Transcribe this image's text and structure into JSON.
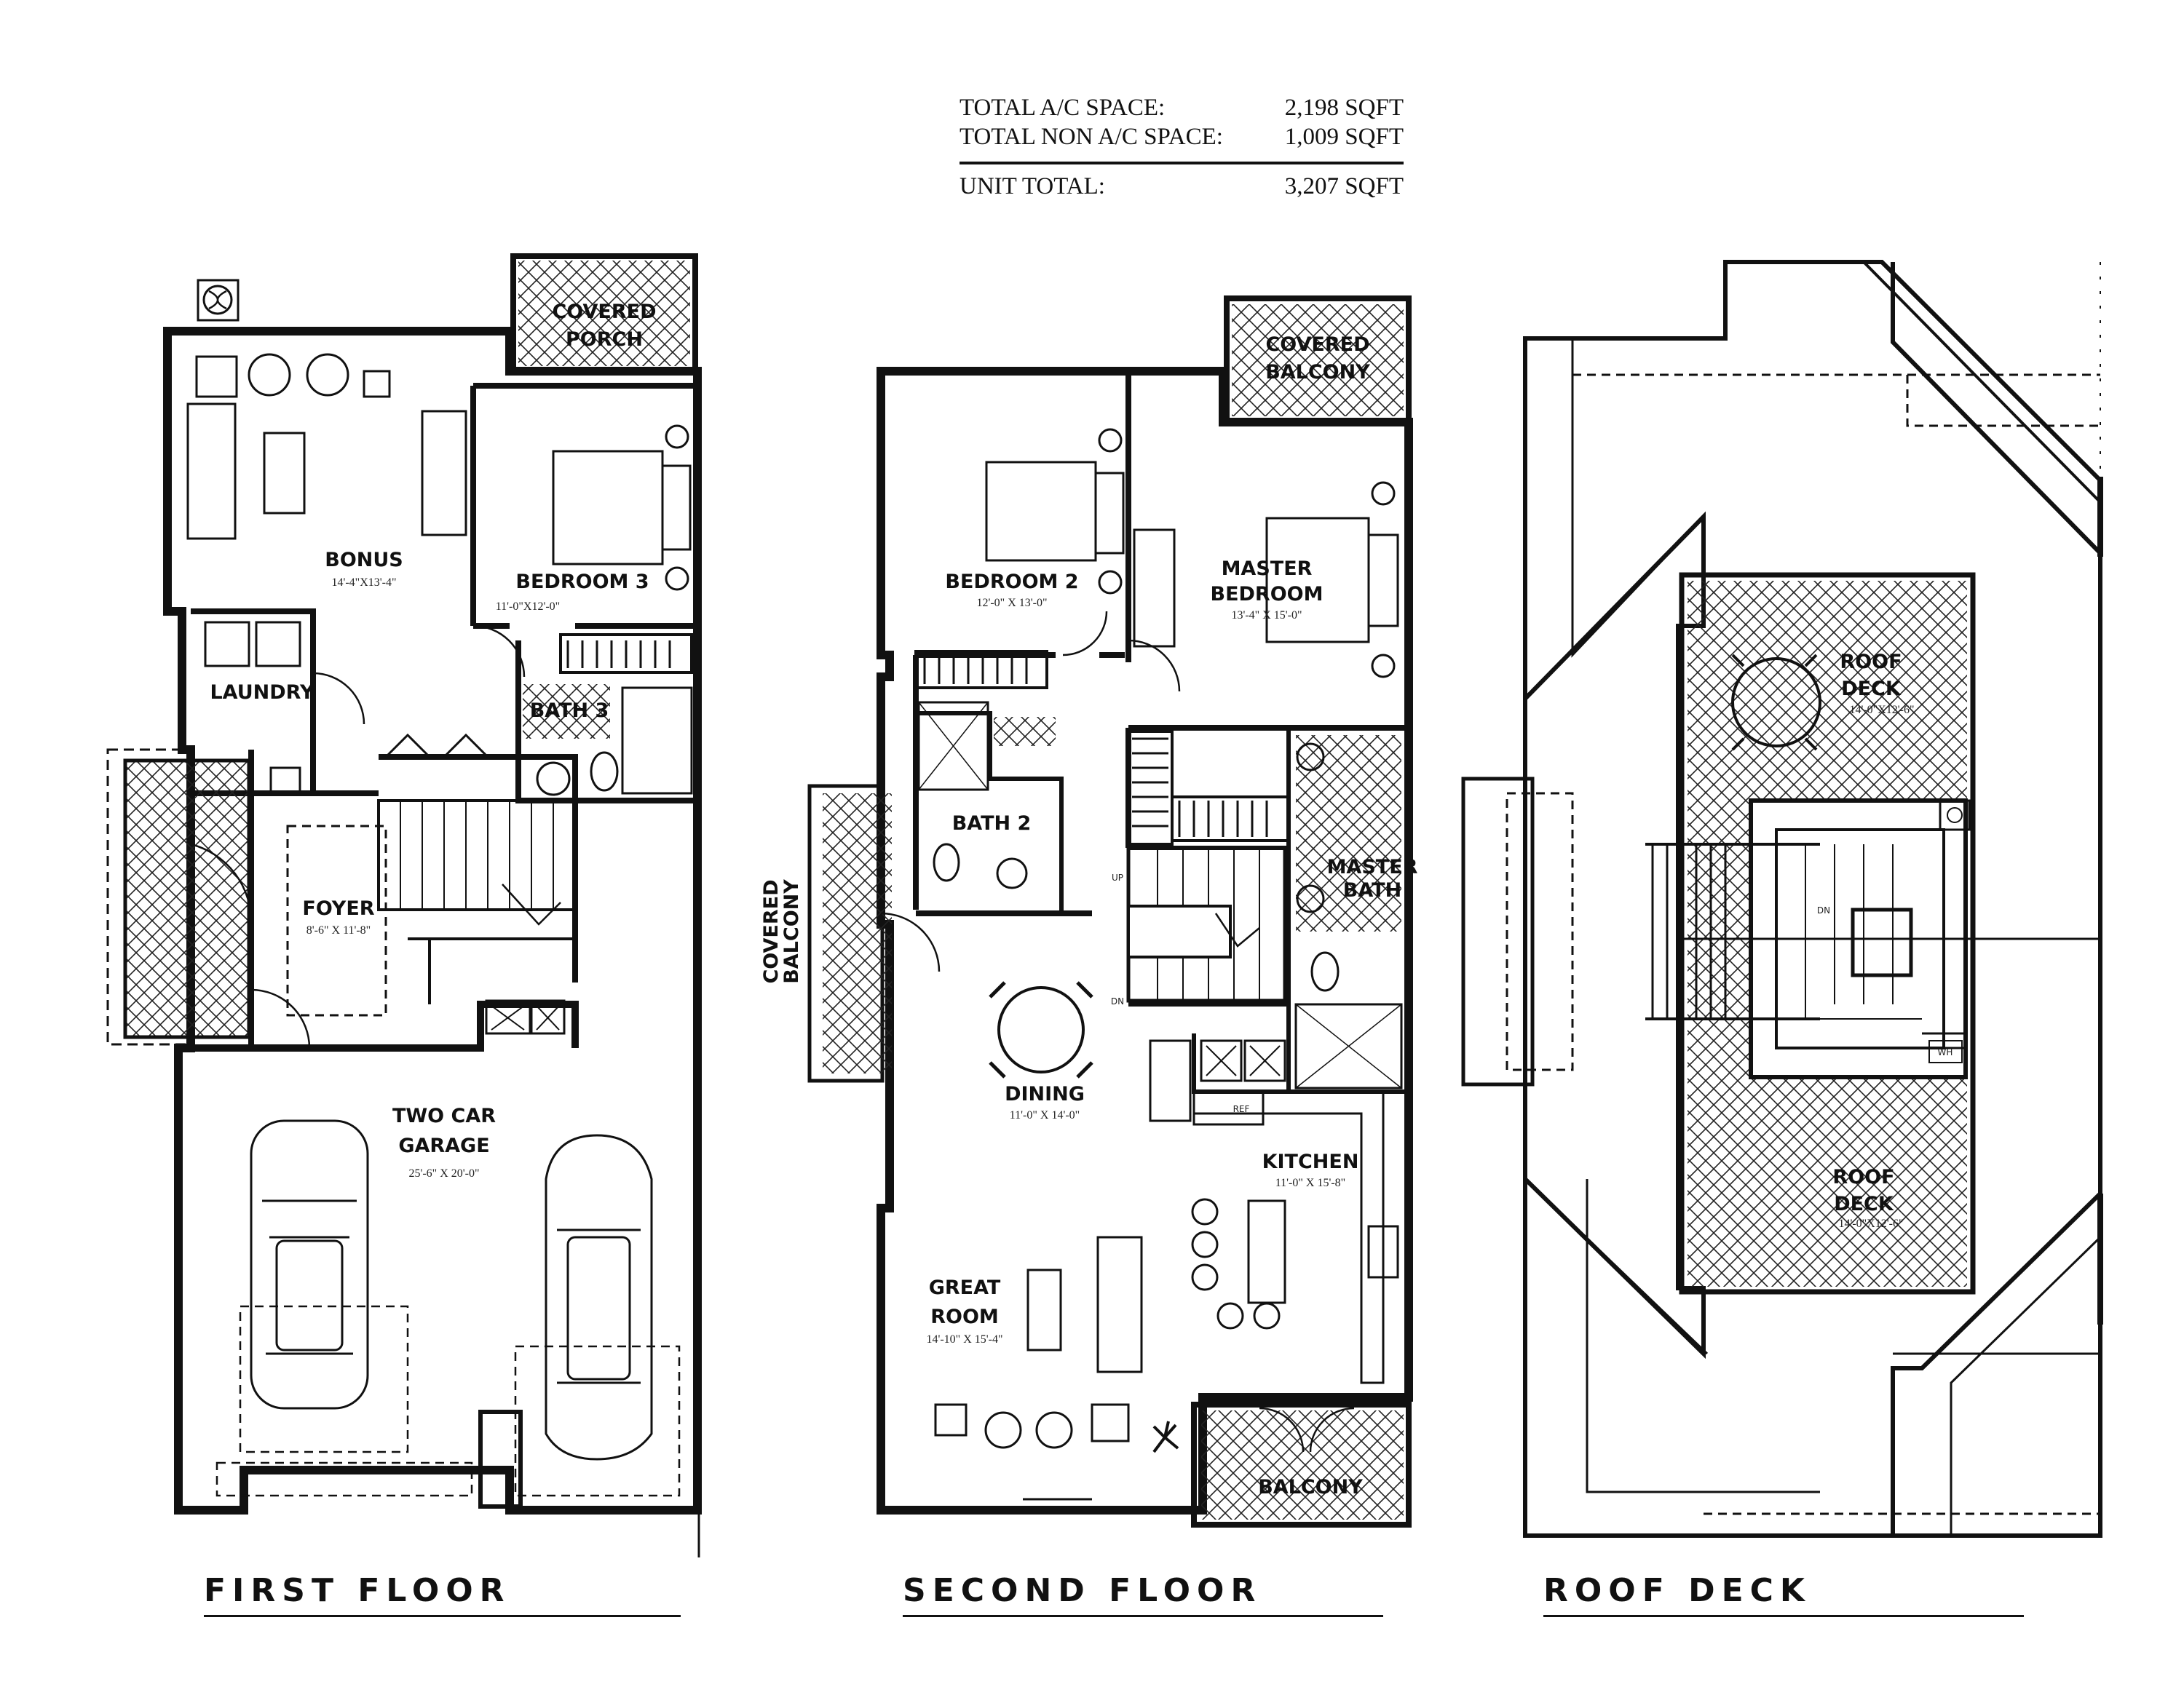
{
  "summary": {
    "ac_label": "TOTAL A/C SPACE:",
    "ac_value": "2,198 SQFT",
    "nonac_label": "TOTAL NON A/C SPACE:",
    "nonac_value": "1,009 SQFT",
    "total_label": "UNIT TOTAL:",
    "total_value": "3,207 SQFT"
  },
  "floors": {
    "first": "FIRST FLOOR",
    "second": "SECOND FLOOR",
    "roof": "ROOF DECK"
  },
  "first_floor": {
    "covered_porch_1": "COVERED",
    "covered_porch_2": "PORCH",
    "bonus": "BONUS",
    "bonus_dim": "14'-4\"X13'-4\"",
    "bedroom3": "BEDROOM 3",
    "bedroom3_dim": "11'-0\"X12'-0\"",
    "laundry": "LAUNDRY",
    "bath3": "BATH 3",
    "foyer": "FOYER",
    "foyer_dim": "8'-6\" X 11'-8\"",
    "garage_1": "TWO CAR",
    "garage_2": "GARAGE",
    "garage_dim": "25'-6\" X 20'-0\""
  },
  "second_floor": {
    "covered_balcony_1": "COVERED",
    "covered_balcony_2": "BALCONY",
    "bedroom2": "BEDROOM 2",
    "bedroom2_dim": "12'-0\" X 13'-0\"",
    "master_1": "MASTER",
    "master_2": "BEDROOM",
    "master_dim": "13'-4\" X 15'-0\"",
    "bath2": "BATH 2",
    "master_bath_1": "MASTER",
    "master_bath_2": "BATH",
    "side_balcony_1": "COVERED",
    "side_balcony_2": "BALCONY",
    "dining": "DINING",
    "dining_dim": "11'-0\" X 14'-0\"",
    "kitchen": "KITCHEN",
    "kitchen_dim": "11'-0\" X 15'-8\"",
    "great_1": "GREAT",
    "great_2": "ROOM",
    "great_dim": "14'-10\" X 15'-4\"",
    "balcony": "BALCONY",
    "up": "UP",
    "dn": "DN",
    "ref": "REF"
  },
  "roof_deck": {
    "deck1_1": "ROOF",
    "deck1_2": "DECK",
    "deck1_dim": "14'-0\"X12'-6\"",
    "deck2_1": "ROOF",
    "deck2_2": "DECK",
    "deck2_dim": "14'-0\"X12'-6\"",
    "wh": "WH",
    "dn": "DN"
  }
}
